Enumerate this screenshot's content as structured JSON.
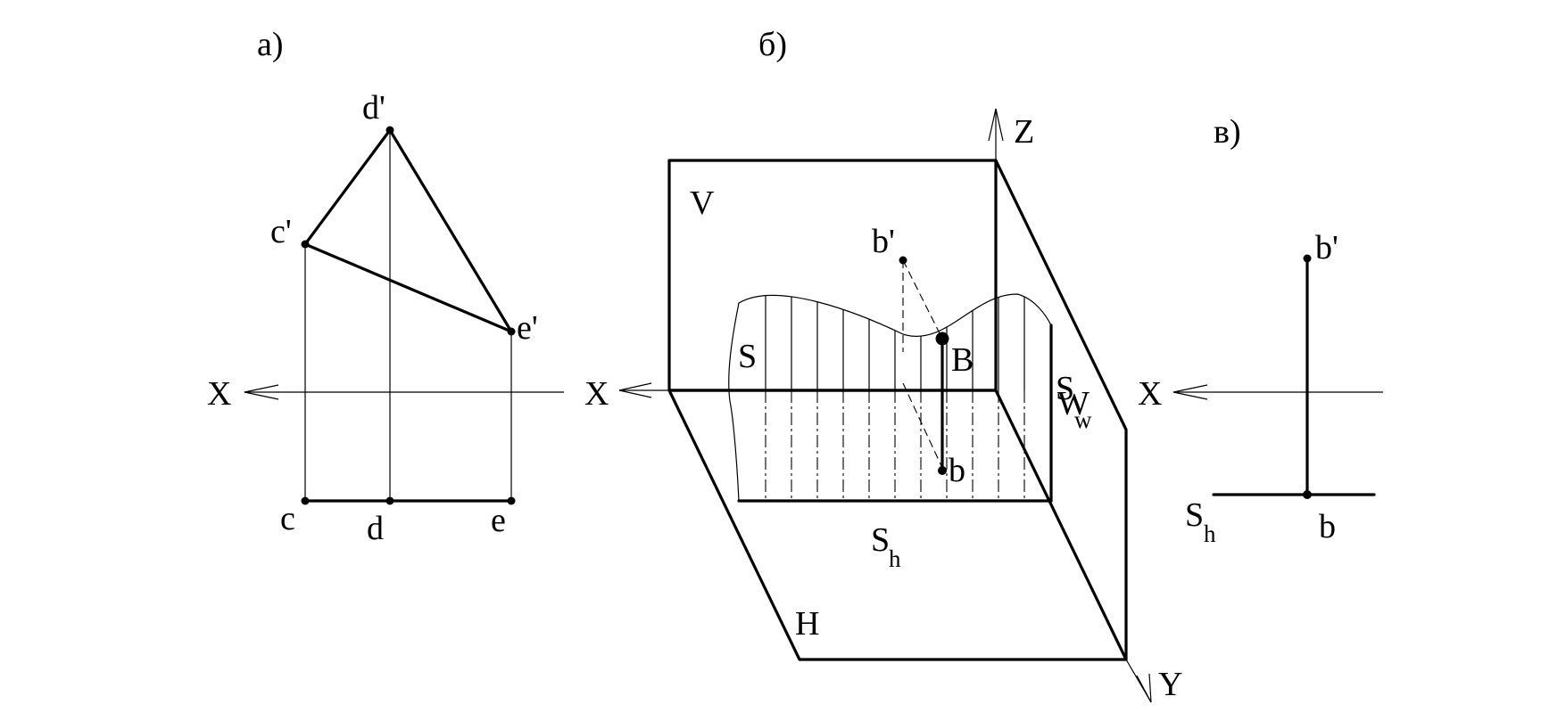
{
  "panel_a": {
    "caption": "а)",
    "labels": {
      "d_prime": "d'",
      "c_prime": "c'",
      "e_prime": "e'",
      "x_axis": "X",
      "c": "c",
      "d": "d",
      "e": "e"
    }
  },
  "panel_b": {
    "caption": "б)",
    "labels": {
      "z_axis": "Z",
      "x_axis": "X",
      "y_axis": "Y",
      "plane_v": "V",
      "plane_h": "H",
      "plane_w": "W",
      "surface_s": "S",
      "point_B": "B",
      "b_prime": "b'",
      "b": "b",
      "s_h_main": "S",
      "s_h_sub": "h",
      "s_w_main": "S",
      "s_w_sub": "w"
    }
  },
  "panel_c": {
    "caption": "в)",
    "labels": {
      "x_axis": "X",
      "b_prime": "b'",
      "b": "b",
      "s_h_main": "S",
      "s_h_sub": "h"
    }
  }
}
